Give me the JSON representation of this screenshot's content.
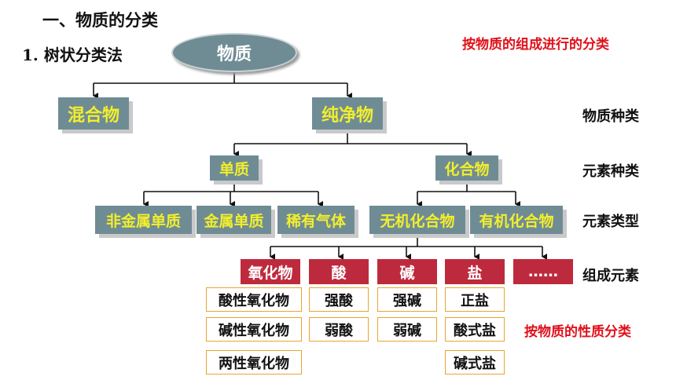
{
  "heading": {
    "section": "一、物质的分类",
    "method": "1. 树状分类法"
  },
  "notes": {
    "top": "按物质的组成进行的分类",
    "side": "按物质的性质分类"
  },
  "labels": {
    "kind": "物质种类",
    "element_kind": "元素种类",
    "element_type": "元素类型",
    "composition": "组成元素"
  },
  "tree": {
    "root": "物质",
    "level1": {
      "mixture": "混合物",
      "pure": "纯净物"
    },
    "level2": {
      "elemental": "单质",
      "compound": "化合物"
    },
    "level3": {
      "nonmetal": "非金属单质",
      "metal": "金属单质",
      "noble": "稀有气体",
      "inorganic": "无机化合物",
      "organic": "有机化合物"
    },
    "level4": {
      "oxide": "氧化物",
      "acid": "酸",
      "base": "碱",
      "salt": "盐",
      "more": "……"
    },
    "oxides": [
      "酸性氧化物",
      "碱性氧化物",
      "两性氧化物"
    ],
    "acids": [
      "强酸",
      "弱酸"
    ],
    "bases": [
      "强碱",
      "弱碱"
    ],
    "salts": [
      "正盐",
      "酸式盐",
      "碱式盐"
    ]
  },
  "colors": {
    "box": "#6f8c95",
    "box_text": "#f2ee2c",
    "red_box": "#be2a3d",
    "outline": "#e6a62e",
    "note": "#e0101a"
  }
}
